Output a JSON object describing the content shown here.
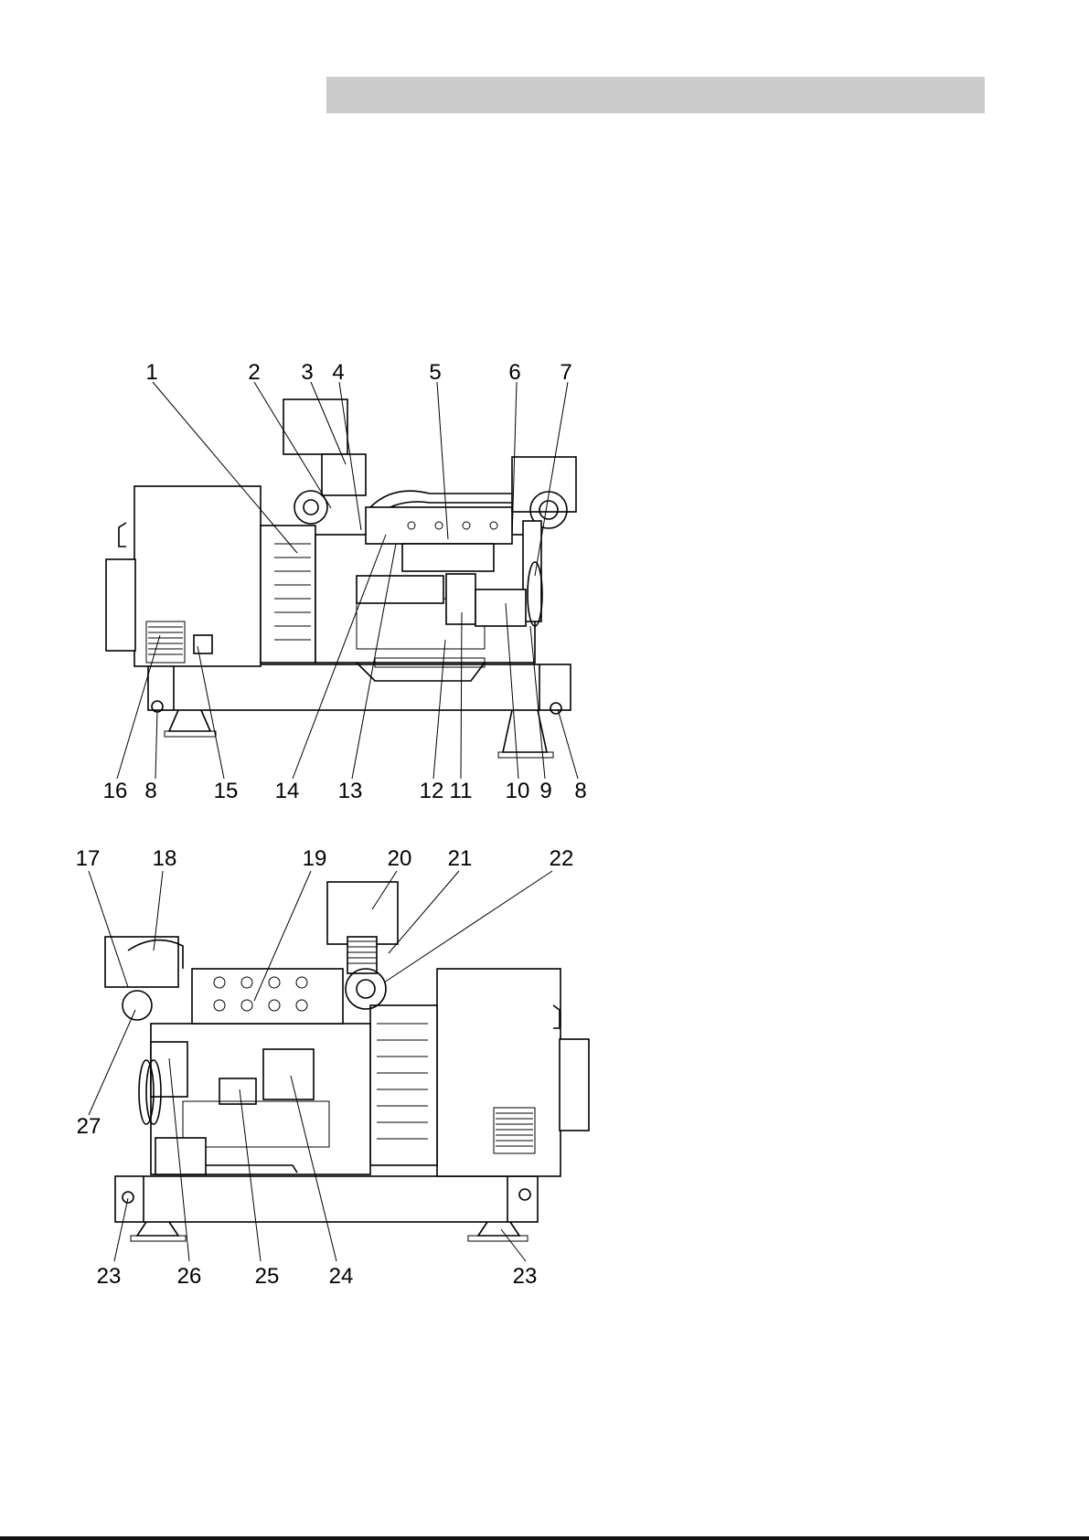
{
  "top_view": {
    "callouts": [
      "1",
      "2",
      "3",
      "4",
      "5",
      "6",
      "7",
      "16",
      "8",
      "15",
      "14",
      "13",
      "12",
      "11",
      "10",
      "9",
      "8"
    ]
  },
  "bottom_view": {
    "callouts": [
      "17",
      "18",
      "19",
      "20",
      "21",
      "22",
      "27",
      "23",
      "26",
      "25",
      "24",
      "23"
    ]
  },
  "colors": {
    "header_bar": "#cccccc",
    "lines": "#000000"
  }
}
